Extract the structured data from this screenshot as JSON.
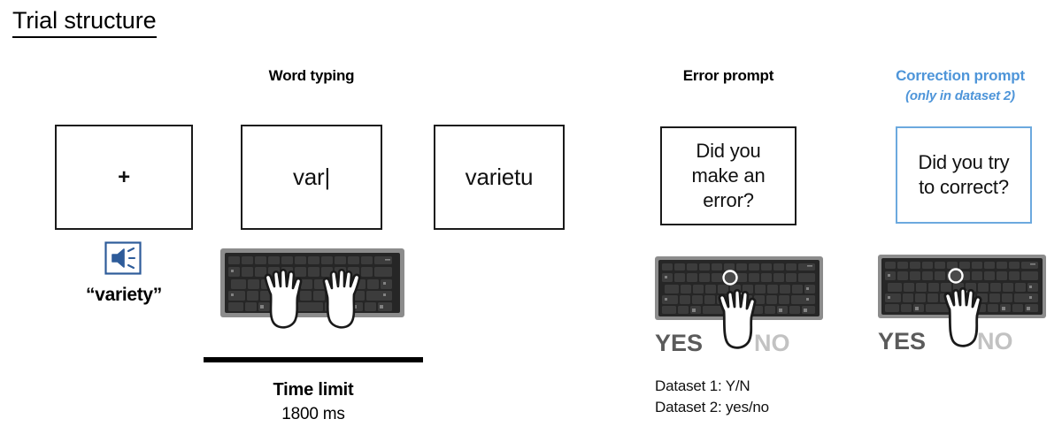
{
  "page": {
    "title": "Trial structure"
  },
  "sections": {
    "word_typing": {
      "label": "Word typing"
    },
    "error_prompt": {
      "label": "Error prompt"
    },
    "correction_prompt": {
      "label": "Correction prompt",
      "sublabel": "(only in dataset 2)"
    }
  },
  "stimuli": {
    "fixation": {
      "text": "+"
    },
    "typing_partial": {
      "text": "var|"
    },
    "typing_final": {
      "text": "varietu"
    },
    "error_question": {
      "line1": "Did you",
      "line2": "make an",
      "line3": "error?"
    },
    "correction_question": {
      "line1": "Did you try",
      "line2": "to correct?"
    }
  },
  "audio": {
    "icon": "speaker-icon",
    "spoken_word": "“variety”"
  },
  "timing": {
    "label": "Time limit",
    "value": "1800 ms"
  },
  "response": {
    "yes_label": "YES",
    "no_label": "NO",
    "datasets": {
      "line1": "Dataset 1: Y/N",
      "line2": "Dataset 2: yes/no"
    }
  },
  "colors": {
    "accent_blue": "#4E95D9",
    "box_blue": "#6CA9DE",
    "speaker_blue": "#2E5C9A",
    "yes_grey": "#5B5B5B",
    "no_grey": "#C2C2C2",
    "keyboard_frame": "#8C8C8C",
    "keyboard_body": "#2B2B2B",
    "key_fill": "#3A3A3A"
  }
}
